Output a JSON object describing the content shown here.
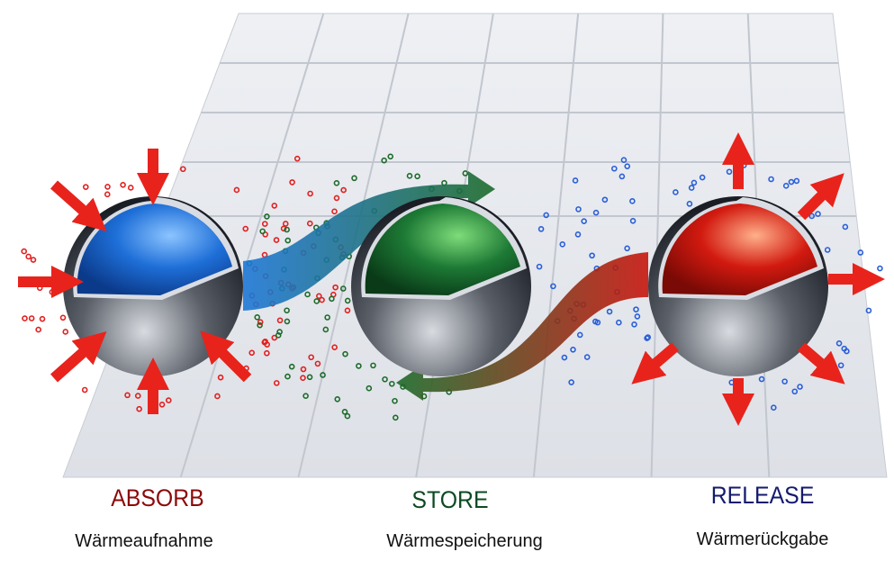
{
  "stages": [
    {
      "title": "ABSORB",
      "subtitle": "Wärmeaufnahme",
      "color": "#8b0a0a"
    },
    {
      "title": "STORE",
      "subtitle": "Wärmespeicherung",
      "color": "#0d4a22"
    },
    {
      "title": "RELEASE",
      "subtitle": "Wärmerückgabe",
      "color": "#141a6e"
    }
  ],
  "colors": {
    "absorb_sphere": "#1e6fd8",
    "store_sphere": "#1d7a35",
    "release_sphere": "#d21a10",
    "arrow_red": "#e8231c",
    "dot_red": "#e02020",
    "dot_green": "#1d6b2a",
    "dot_blue": "#2a5fd8"
  }
}
